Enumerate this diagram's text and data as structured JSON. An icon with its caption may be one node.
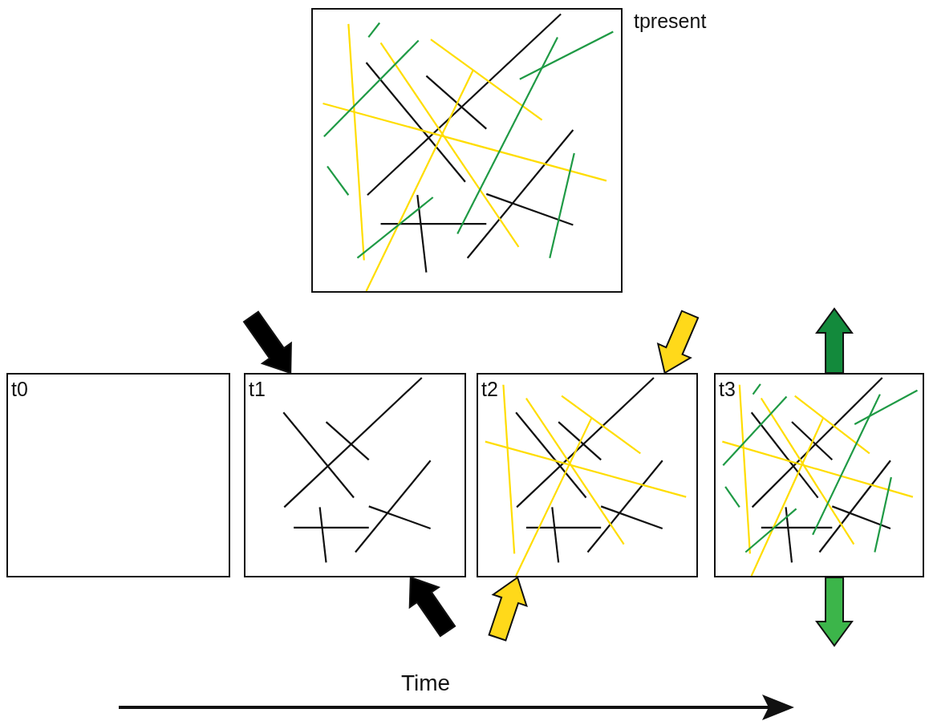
{
  "diagram": {
    "nodes": [
      {
        "text": [
          "tpresent"
        ]
      },
      {
        "text": [
          "t0"
        ]
      },
      {
        "text": [
          "t1"
        ]
      },
      {
        "text": [
          "t2"
        ]
      },
      {
        "text": [
          "t3"
        ]
      }
    ],
    "edges": [
      {
        "from": null,
        "to": 2,
        "arrow": "to",
        "style": "thick",
        "color": "#000000"
      },
      {
        "from": null,
        "to": 2,
        "arrow": "to",
        "style": "thick",
        "color": "#000000"
      },
      {
        "from": null,
        "to": 3,
        "arrow": "to",
        "style": "thick",
        "color": "#ffd91a"
      },
      {
        "from": null,
        "to": 3,
        "arrow": "to",
        "style": "thick",
        "color": "#ffd91a"
      },
      {
        "from": 4,
        "to": null,
        "arrow": "to",
        "style": "thick",
        "color": "#138a3c"
      },
      {
        "from": 4,
        "to": null,
        "arrow": "to",
        "style": "thick",
        "color": "#3cb54a"
      }
    ],
    "labels": [
      "Time"
    ]
  }
}
